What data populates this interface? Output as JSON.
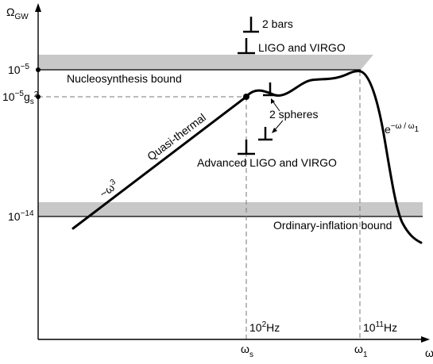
{
  "axes": {
    "y_label": "Ω",
    "y_label_sub": "GW",
    "x_label": "ω"
  },
  "y_ticks": {
    "t1_base": "10",
    "t1_exp": "−5",
    "t2_base": "10",
    "t2_exp": "−5",
    "t2_suffix": "g",
    "t2_suffix_sub": "s",
    "t2_suffix_sup": "2",
    "t3_base": "10",
    "t3_exp": "−14"
  },
  "x_ticks": {
    "ws_base": "ω",
    "ws_sub": "s",
    "w1_base": "ω",
    "w1_sub": "1",
    "ws_freq_base": "10",
    "ws_freq_exp": "2",
    "ws_freq_unit": "Hz",
    "w1_freq_base": "10",
    "w1_freq_exp": "11",
    "w1_freq_unit": "Hz"
  },
  "bands": {
    "nucleosynthesis": "Nucleosynthesis bound",
    "ordinary_inflation": "Ordinary-inflation bound"
  },
  "detectors": {
    "two_bars": "2 bars",
    "ligo_virgo": "LIGO and VIRGO",
    "two_spheres": "2 spheres",
    "advanced_ligo_virgo": "Advanced LIGO and VIRGO"
  },
  "curve_labels": {
    "omega_cubed_prefix": "~ω",
    "omega_cubed_exp": "3",
    "quasi_thermal": "Quasi-thermal",
    "exp_cutoff_base": "e",
    "exp_cutoff_exp": "−ω / ω",
    "exp_cutoff_sub": "1"
  },
  "colors": {
    "band_fill": "#c8c8c8",
    "line": "#000000",
    "dash": "#777777"
  }
}
